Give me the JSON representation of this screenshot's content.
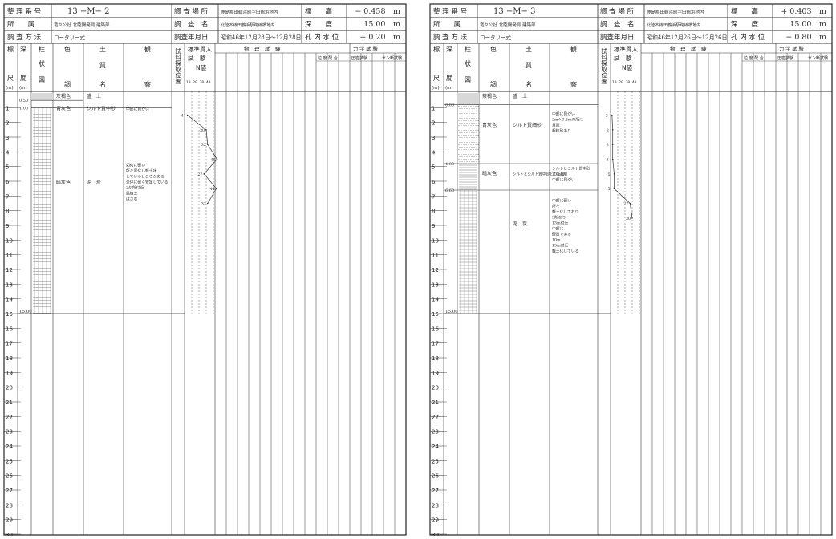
{
  "labels": {
    "seiri": "整 理 番 号",
    "chosa_basho": "調 査 場 所",
    "hyoko": "標　　高",
    "shozoku": "所　　属",
    "chosa_mei": "調　査　名",
    "shindo": "深　　度",
    "hoho": "調 査 方 法",
    "nengappi": "調査年月日",
    "konai": "孔 内 水 位",
    "col_shaku": "尺",
    "col_shaku2": "度",
    "col_shaku3": "(m)",
    "col_hyo": "標",
    "col_shin": "深",
    "col_shin2": "度",
    "col_shin3": "(m)",
    "col_chu": "柱",
    "col_chu2": "状",
    "col_chu3": "図",
    "col_iro": "色",
    "col_iro2": "調",
    "col_do": "土",
    "col_do2": "質",
    "col_do3": "名",
    "col_kan": "観",
    "col_kan2": "察",
    "col_shiryo": "試料採取位置",
    "col_hyojun": "標準貫入",
    "col_shiken": "試　験",
    "col_n": "N値",
    "col_nscale": "10 20 30 40",
    "col_butsuri": "物　理　試　験",
    "col_rikigaku": "力 学 試 験",
    "col_ryudo": "粒 度 配 合",
    "col_assoku": "圧密試験",
    "col_sendan": "セン断試験"
  },
  "sheets": [
    {
      "bango": "13 −M− 2",
      "basho": "鹿島郡田鶴浜町字田鶴浜地内",
      "hyoko_val": "− 0.458　m",
      "shozoku_val": "竜々公社 北陸開発局 建築部",
      "mei_val": "北陸本線田鶴浜駅跨線橋地内",
      "shindo_val": "15.00　m",
      "hoho_val": "ロータリー式",
      "date_val": "昭和46年12月28日〜12月28日",
      "suii_val": "+ 0.20　m",
      "end_depth": "15.00",
      "layers": [
        {
          "top": "0.50",
          "color": "灰褐色",
          "soil": "盛　土",
          "obs": ""
        },
        {
          "top": "1.00",
          "color": "青灰色",
          "soil": "シルト質中砂",
          "obs": "中部に貝がい"
        },
        {
          "top": "",
          "color": "暗灰色",
          "soil": "泥　炭",
          "obs": "如何に硬い 所々風化し軽土状 しているところがある 全体に硬く安定している 2か所付近 腐植土 はさむ"
        }
      ],
      "n_values": [
        {
          "depth": 1.5,
          "n": 4
        },
        {
          "depth": 2.5,
          "n": 30
        },
        {
          "depth": 3.5,
          "n": 32
        },
        {
          "depth": 4.5,
          "n": 45
        },
        {
          "depth": 5.5,
          "n": 27
        },
        {
          "depth": 6.5,
          "n": 44
        },
        {
          "depth": 7.5,
          "n": 32
        }
      ]
    },
    {
      "bango": "13 −M− 3",
      "basho": "鹿島郡田鶴浜町字田鶴浜地内",
      "hyoko_val": "+ 0.403　m",
      "shozoku_val": "竜々公社 北陸開発局 建築部",
      "mei_val": "北陸本線田鶴浜駅跨線橋地内",
      "shindo_val": "15.00　m",
      "hoho_val": "ロータリー式",
      "date_val": "昭和46年12月26日〜12月26日",
      "suii_val": "− 0.80　m",
      "end_depth": "15.00",
      "layers": [
        {
          "top": "0.80",
          "color": "茶褐色",
          "soil": "盛　土",
          "obs": ""
        },
        {
          "top": "4.80",
          "color": "青灰色",
          "soil": "シルト質細砂",
          "obs": "中部に貝がい 2mへ3.5mの所に 貝殻 粗粒砂あり"
        },
        {
          "top": "6.60",
          "color": "暗灰色",
          "soil": "シルトとシルト質中砂との互層",
          "obs": "シルトとシルト質中砂 との互層 中部に貝がい"
        },
        {
          "top": "",
          "color": "",
          "soil": "泥　炭",
          "obs": "中部に硬い 所々 軽土化しており 3所あり 13m付近 中部に 硬質である 10m, 15m付近 軽土化している"
        }
      ],
      "n_values": [
        {
          "depth": 1.5,
          "n": 2
        },
        {
          "depth": 2.5,
          "n": 3
        },
        {
          "depth": 3.5,
          "n": 3
        },
        {
          "depth": 4.5,
          "n": 3
        },
        {
          "depth": 5.5,
          "n": 5
        },
        {
          "depth": 6.5,
          "n": 5
        },
        {
          "depth": 7.5,
          "n": 27
        },
        {
          "depth": 8.5,
          "n": 30
        }
      ]
    }
  ]
}
